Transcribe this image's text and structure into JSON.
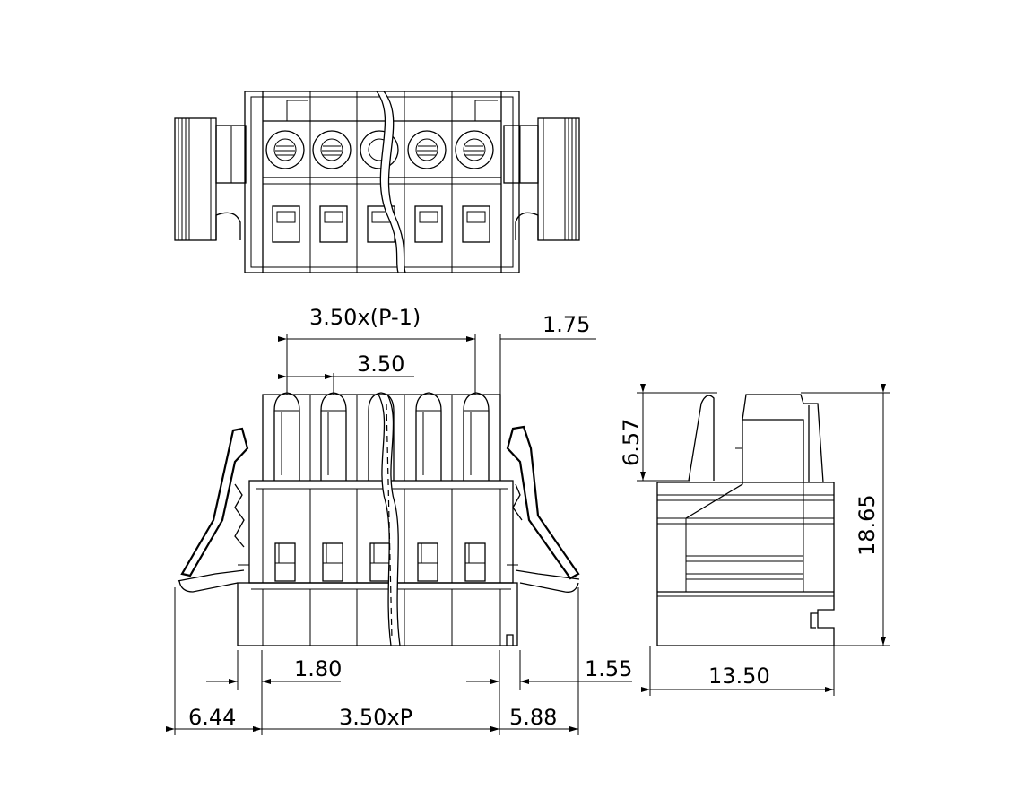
{
  "dimensions": {
    "pitch_total": "3.50x(P-1)",
    "edge_offset": "1.75",
    "pitch": "3.50",
    "height_upper": "6.57",
    "height_total": "18.65",
    "inner_left": "1.80",
    "inner_right": "1.55",
    "flange_left": "6.44",
    "body_width": "3.50xP",
    "flange_right": "5.88",
    "depth": "13.50"
  },
  "pole_count_shown": 5
}
